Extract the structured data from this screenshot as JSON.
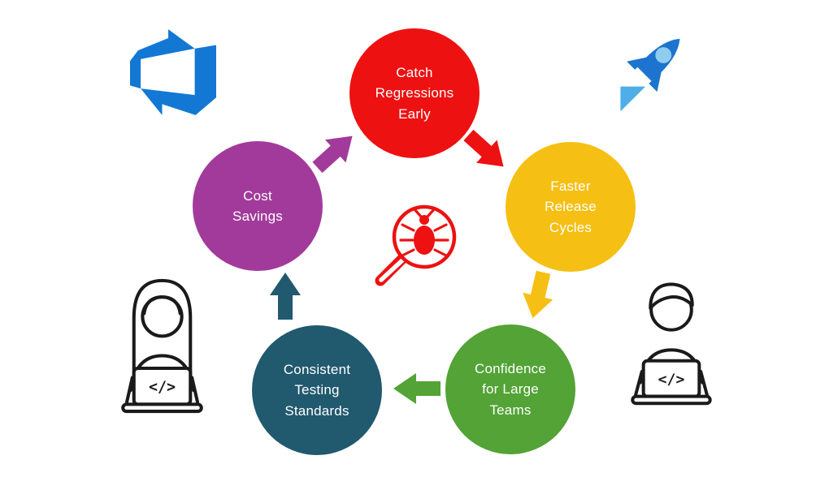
{
  "diagram": {
    "nodes": [
      {
        "label": "Catch\nRegressions\nEarly",
        "color": "#ED1111"
      },
      {
        "label": "Faster\nRelease\nCycles",
        "color": "#F6BF13"
      },
      {
        "label": "Confidence\nfor Large\nTeams",
        "color": "#53A336"
      },
      {
        "label": "Consistent\nTesting\nStandards",
        "color": "#21596E"
      },
      {
        "label": "Cost\nSavings",
        "color": "#A23A9B"
      }
    ],
    "arrows": [
      {
        "from": "Cost Savings",
        "to": "Catch Regressions Early",
        "color": "#A23A9B"
      },
      {
        "from": "Catch Regressions Early",
        "to": "Faster Release Cycles",
        "color": "#ED1111"
      },
      {
        "from": "Faster Release Cycles",
        "to": "Confidence for Large Teams",
        "color": "#F6BF13"
      },
      {
        "from": "Confidence for Large Teams",
        "to": "Consistent Testing Standards",
        "color": "#53A336"
      },
      {
        "from": "Consistent Testing Standards",
        "to": "Cost Savings",
        "color": "#21596E"
      }
    ],
    "center_icon": {
      "name": "bug-under-magnifier",
      "color": "#ED1111"
    }
  },
  "icons": {
    "azure_devops": {
      "name": "azure-devops-logo",
      "color": "#1278D4"
    },
    "rocket": {
      "name": "rocket-logo",
      "body": "#1C74CE",
      "window": "#8FCCF0",
      "base": "#4FAEE8"
    },
    "laptop_code": "</>",
    "people_line_color": "#1A1A1A"
  }
}
